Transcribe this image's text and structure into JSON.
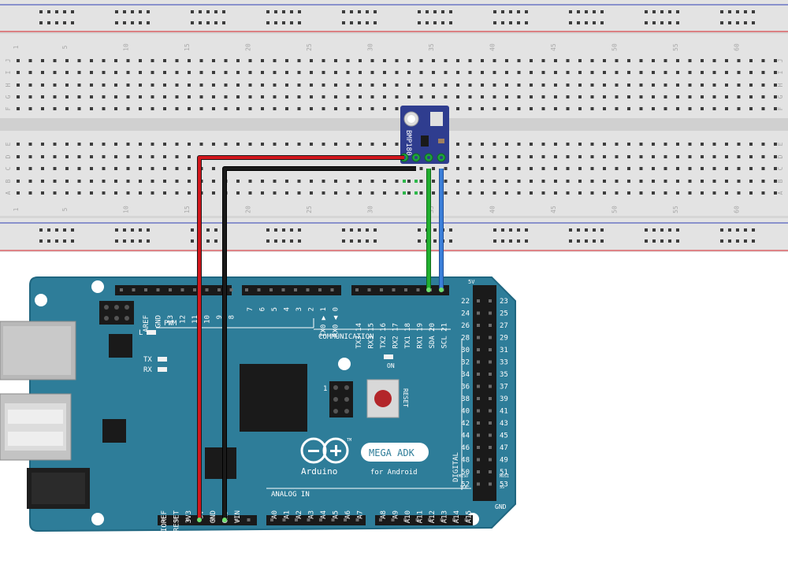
{
  "colors": {
    "board": "#2e7d99",
    "board_edge": "#1f6680",
    "breadboard": "#e3e3e3",
    "rail_red": "#d9262b",
    "rail_blue": "#2f3fb5",
    "wire_red": "#d2161c",
    "wire_black": "#1a1a1a",
    "wire_green": "#21b02f",
    "wire_blue": "#3b7fd9",
    "sensor": "#2f3d8f"
  },
  "breadboard": {
    "column_numbers_top": [
      "1",
      "5",
      "10",
      "15",
      "20",
      "25",
      "30",
      "35",
      "40",
      "45",
      "50",
      "55",
      "60"
    ],
    "column_numbers_bottom": [
      "1",
      "5",
      "10",
      "15",
      "20",
      "25",
      "30",
      "35",
      "40",
      "45",
      "50",
      "55",
      "60"
    ],
    "rows_top": [
      "J",
      "I",
      "H",
      "G",
      "F"
    ],
    "rows_bottom": [
      "E",
      "D",
      "C",
      "B",
      "A"
    ]
  },
  "sensor": {
    "label": "BMP180"
  },
  "board": {
    "name_badge": "MEGA ADK",
    "sub_label": "for Android",
    "logo_text": "Arduino",
    "tm": "TM",
    "pwm_label": "PWM",
    "communication_label": "COMMUNICATION",
    "analog_label": "ANALOG IN",
    "digital_label": "DIGITAL",
    "reset_label": "RESET",
    "on_label": "ON",
    "l_label": "L",
    "tx_label": "TX",
    "rx_label": "RX",
    "icsp_one": "1",
    "fivev_corner": "5V",
    "gnd_corner": "GND",
    "miso": "MISO",
    "mosi": "MOSI",
    "sck": "SCK",
    "ss": "SS",
    "top_header_left": [
      "AREF",
      "GND",
      "13",
      "12",
      "11",
      "10",
      "9",
      "8"
    ],
    "top_header_mid": [
      "7",
      "6",
      "5",
      "4",
      "3",
      "2",
      "TX0 ▶ 1",
      "RX0 ◀ 0"
    ],
    "top_header_right": [
      "TX3 14",
      "RX3 15",
      "TX2 16",
      "RX2 17",
      "TX1 18",
      "RX1 19",
      "SDA 20",
      "SCL 21"
    ],
    "power_header": [
      "IOREF",
      "RESET",
      "3V3",
      "5V",
      "GND",
      "GND",
      "VIN"
    ],
    "analog_low": [
      "A0",
      "A1",
      "A2",
      "A3",
      "A4",
      "A5",
      "A6",
      "A7"
    ],
    "analog_high": [
      "A8",
      "A9",
      "A10",
      "A11",
      "A12",
      "A13",
      "A14",
      "A15"
    ],
    "digital_even": [
      "22",
      "24",
      "26",
      "28",
      "30",
      "32",
      "34",
      "36",
      "38",
      "40",
      "42",
      "44",
      "46",
      "48",
      "50",
      "52"
    ],
    "digital_odd": [
      "23",
      "25",
      "27",
      "29",
      "31",
      "33",
      "35",
      "37",
      "39",
      "41",
      "43",
      "45",
      "47",
      "49",
      "51",
      "53"
    ]
  }
}
